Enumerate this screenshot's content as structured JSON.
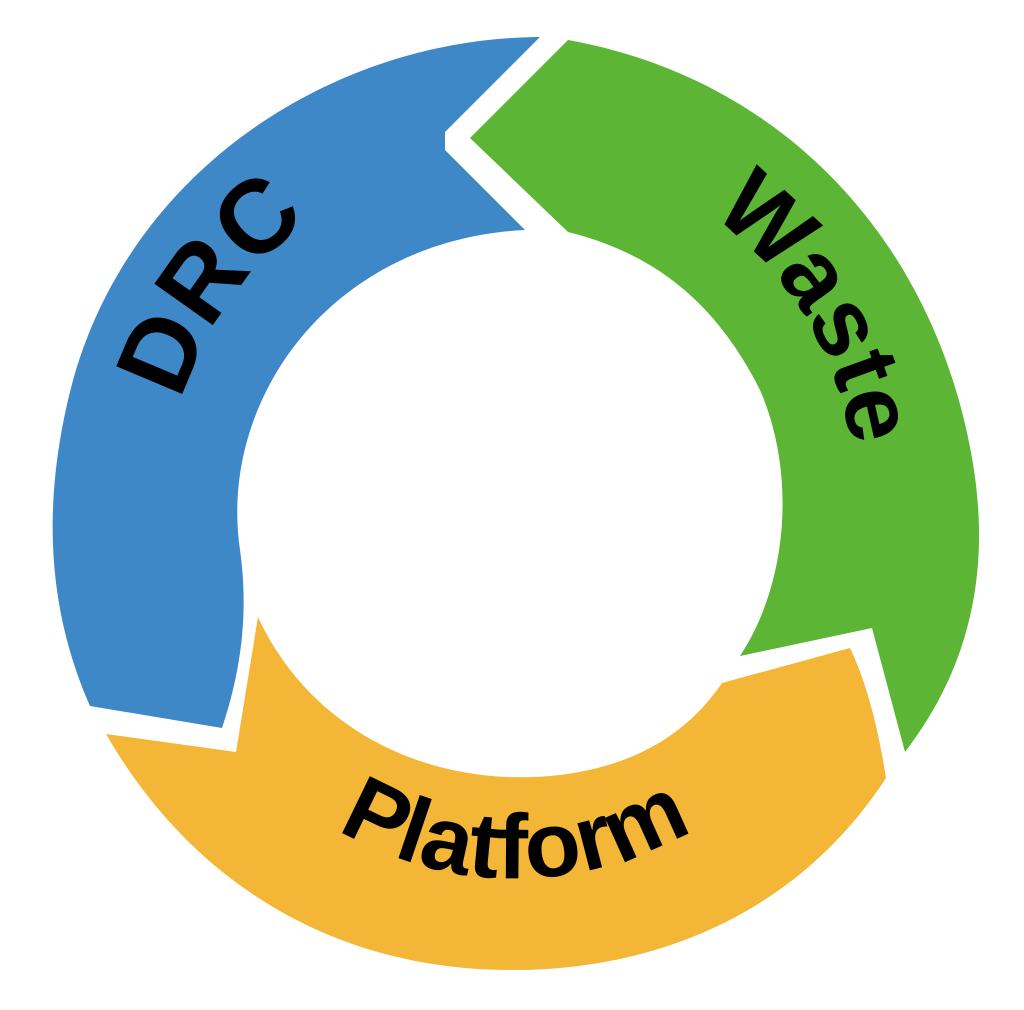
{
  "diagram": {
    "type": "cycle",
    "segments": [
      {
        "label": "DRC",
        "color": "#3f88c8"
      },
      {
        "label": "Waste",
        "color": "#5db535"
      },
      {
        "label": "Platform",
        "color": "#f3b637"
      }
    ]
  }
}
